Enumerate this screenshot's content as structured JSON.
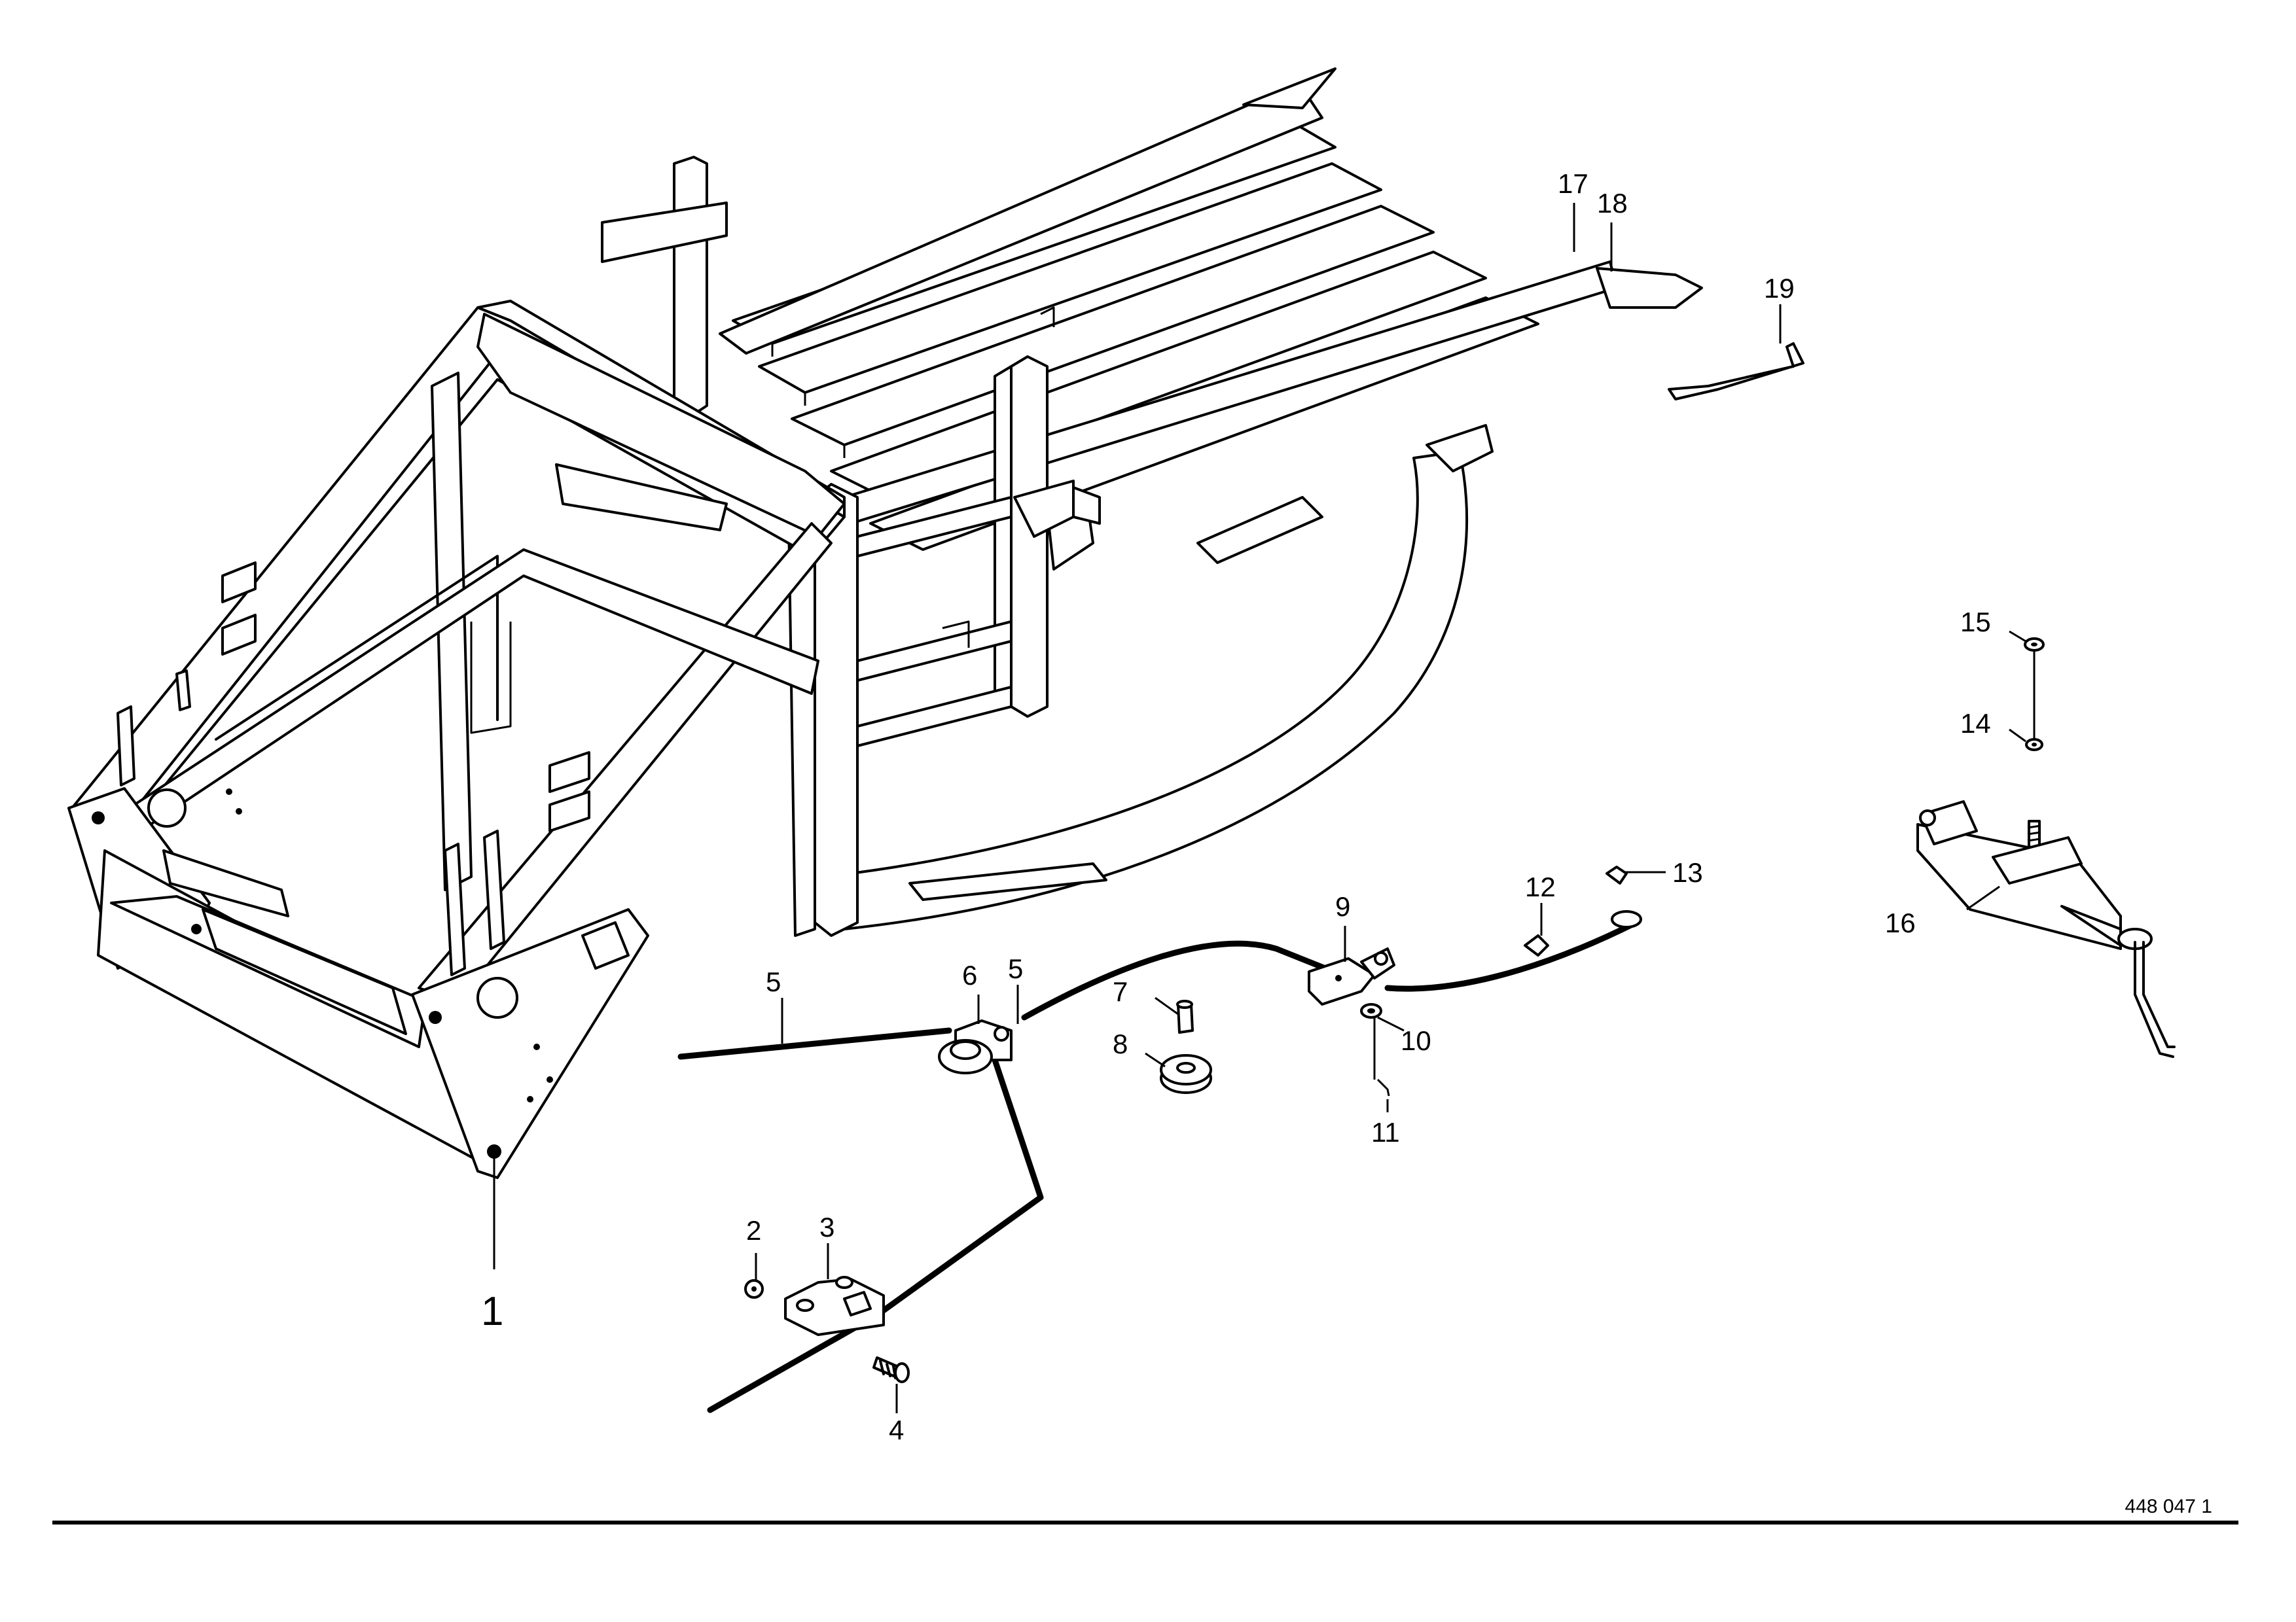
{
  "drawing": {
    "part_labels": [
      {
        "id": "label-1",
        "text": "1"
      },
      {
        "id": "label-2",
        "text": "2"
      },
      {
        "id": "label-3",
        "text": "3"
      },
      {
        "id": "label-4",
        "text": "4"
      },
      {
        "id": "label-5a",
        "text": "5"
      },
      {
        "id": "label-5b",
        "text": "5"
      },
      {
        "id": "label-6",
        "text": "6"
      },
      {
        "id": "label-7",
        "text": "7"
      },
      {
        "id": "label-8",
        "text": "8"
      },
      {
        "id": "label-9",
        "text": "9"
      },
      {
        "id": "label-10",
        "text": "10"
      },
      {
        "id": "label-11",
        "text": "11"
      },
      {
        "id": "label-12",
        "text": "12"
      },
      {
        "id": "label-13",
        "text": "13"
      },
      {
        "id": "label-14",
        "text": "14"
      },
      {
        "id": "label-15",
        "text": "15"
      },
      {
        "id": "label-16",
        "text": "16"
      },
      {
        "id": "label-17",
        "text": "17"
      },
      {
        "id": "label-18",
        "text": "18"
      },
      {
        "id": "label-19",
        "text": "19"
      }
    ],
    "drawing_number": "448 047 1"
  }
}
